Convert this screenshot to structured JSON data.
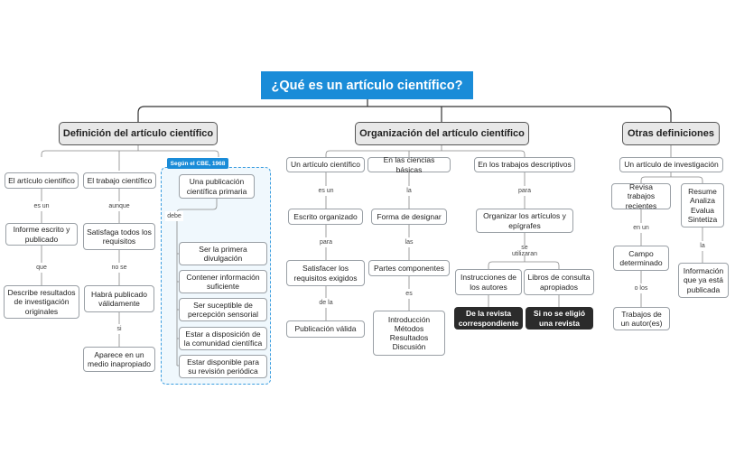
{
  "root": "¿Qué es un artículo científico?",
  "branches": {
    "definition": {
      "title": "Definición del artículo científico",
      "col1": {
        "head": "El artículo científico",
        "l1": "es un",
        "n1": "Informe escrito y publicado",
        "l2": "que",
        "n2": "Describe resultados de investigación originales"
      },
      "col2": {
        "head": "El trabajo científico",
        "l1": "aunque",
        "n1": "Satisfaga todos los requisitos",
        "l2": "no se",
        "n2": "Habrá publicado válidamente",
        "l3": "si",
        "n3": "Aparece en un medio inapropiado"
      },
      "col3": {
        "tag": "Según el CBE, 1968",
        "head": "Una publicación científica primaria",
        "l1": "debe",
        "items": [
          "Ser la primera divulgación",
          "Contener información suficiente",
          "Ser suceptible de percepción sensorial",
          "Estar a disposición de la comunidad científica",
          "Estar disponible para su revisión periódica"
        ]
      }
    },
    "organization": {
      "title": "Organización del artículo científico",
      "col1": {
        "head": "Un artículo científico",
        "l1": "es un",
        "n1": "Escrito organizado",
        "l2": "para",
        "n2": "Satisfacer los requisitos exigidos",
        "l3": "de la",
        "n3": "Publicación válida"
      },
      "col2": {
        "head": "En las ciencias básicas",
        "l1": "la",
        "n1": "Forma de designar",
        "l2": "las",
        "n2": "Partes componentes",
        "l3": "es",
        "n3": "Introducción\nMétodos\nResultados\nDiscusión"
      },
      "col3": {
        "head": "En los trabajos descriptivos",
        "l1": "para",
        "n1": "Organizar los artículos y epígrafes",
        "l2": "se utilizaran",
        "a": "Instrucciones de los autores",
        "a_sub": "De la revista correspondiente",
        "b": "Libros de consulta apropiados",
        "b_sub": "Si no se eligió una revista"
      }
    },
    "other": {
      "title": "Otras definiciones",
      "head": "Un artículo de investigación",
      "left": {
        "n1": "Revisa trabajos recientes",
        "l1": "en un",
        "n2": "Campo determinado",
        "l2": "o los",
        "n3": "Trabajos de un autor(es)"
      },
      "right": {
        "n1": "Resume\nAnaliza\nEvalua\nSintetiza",
        "l1": "la",
        "n2": "Información que ya está publicada"
      }
    }
  }
}
